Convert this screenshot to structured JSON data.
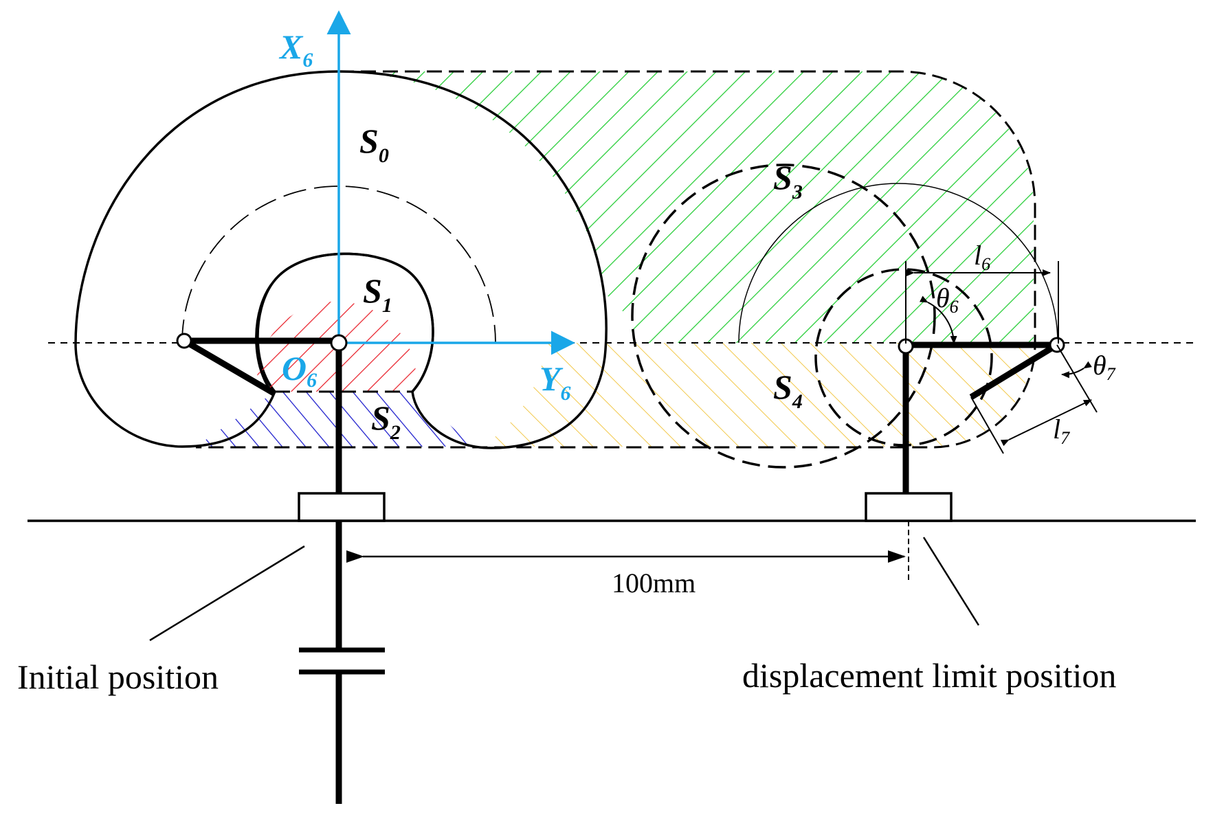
{
  "axes": {
    "x_main": "X",
    "x_sub": "6",
    "y_main": "Y",
    "y_sub": "6",
    "origin_main": "O",
    "origin_sub": "6"
  },
  "regions": {
    "s0_main": "S",
    "s0_sub": "0",
    "s1_main": "S",
    "s1_sub": "1",
    "s2_main": "S",
    "s2_sub": "2",
    "s3_main": "S",
    "s3_sub": "3",
    "s4_main": "S",
    "s4_sub": "4"
  },
  "symbols": {
    "l6_main": "l",
    "l6_sub": "6",
    "theta6_main": "θ",
    "theta6_sub": "6",
    "theta7_main": "θ",
    "theta7_sub": "7",
    "l7_main": "l",
    "l7_sub": "7"
  },
  "dimension_label": "100mm",
  "captions": {
    "initial": "Initial position",
    "limit": "displacement limit position"
  },
  "colors": {
    "axis": "#1aa7e8",
    "hatch_s1": "#e8202a",
    "hatch_s2": "#1a1acc",
    "hatch_s3": "#22cc33",
    "hatch_s4": "#f2c84a"
  }
}
